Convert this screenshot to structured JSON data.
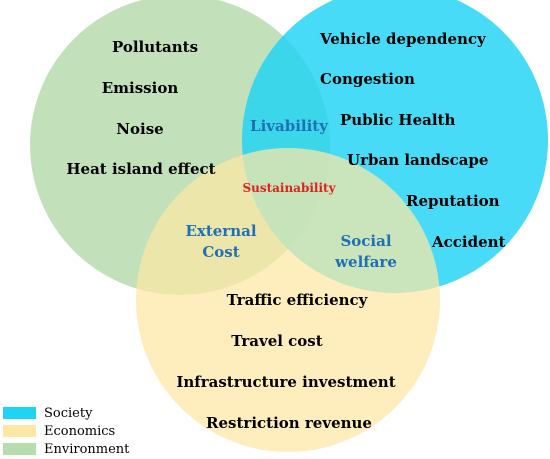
{
  "colors": {
    "society": "#1fd3f5",
    "economics": "#fde7a5",
    "environment": "#b7dcae",
    "overlap_label": "#1f6fb5",
    "core_label": "#e0201b"
  },
  "environment": {
    "items": [
      "Pollutants",
      "Emission",
      "Noise",
      "Heat island effect"
    ]
  },
  "society": {
    "items": [
      "Vehicle dependency",
      "Congestion",
      "Public Health",
      "Urban landscape",
      "Reputation",
      "Accident"
    ]
  },
  "economics": {
    "items": [
      "Traffic efficiency",
      "Travel cost",
      "Infrastructure investment",
      "Restriction revenue"
    ]
  },
  "overlaps": {
    "livability": "Livability",
    "external_cost": [
      "External",
      "Cost"
    ],
    "social_welfare": [
      "Social",
      "welfare"
    ],
    "sustainability": "Sustainability"
  },
  "legend": [
    {
      "label": "Society",
      "color": "#1fd3f5"
    },
    {
      "label": "Economics",
      "color": "#fde7a5"
    },
    {
      "label": "Environment",
      "color": "#b7dcae"
    }
  ]
}
